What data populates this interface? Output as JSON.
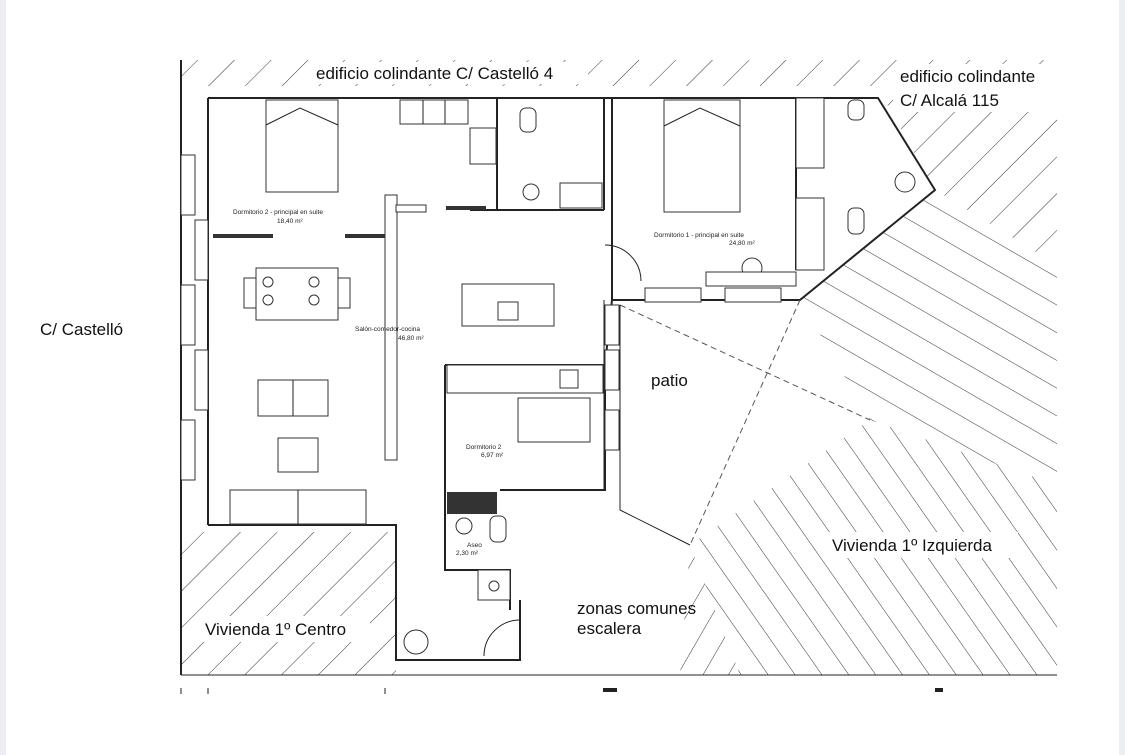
{
  "labels": {
    "north_neighbor": "edificio colindante C/ Castelló 4",
    "ne_neighbor_1": "edificio colindante",
    "ne_neighbor_2": "C/ Alcalá 115",
    "street": "C/ Castelló",
    "patio": "patio",
    "vivienda_izquierda": "Vivienda 1º Izquierda",
    "vivienda_centro": "Vivienda 1º Centro",
    "zonas_comunes_1": "zonas comunes",
    "zonas_comunes_2": "escalera"
  },
  "rooms": {
    "dorm_principal_left": {
      "name": "Dormitorio 2 - principal en suite",
      "area": "18,40 m²"
    },
    "dorm1": {
      "name": "Dormitorio 1 - principal en suite",
      "area": "24,80 m²"
    },
    "salon": {
      "name": "Salón-comedor-cocina",
      "area": "46,80 m²"
    },
    "dorm2": {
      "name": "Dormitorio 2",
      "area": "6,97 m²"
    },
    "aseo": {
      "name": "Aseo",
      "area": "2,30 m²"
    }
  }
}
